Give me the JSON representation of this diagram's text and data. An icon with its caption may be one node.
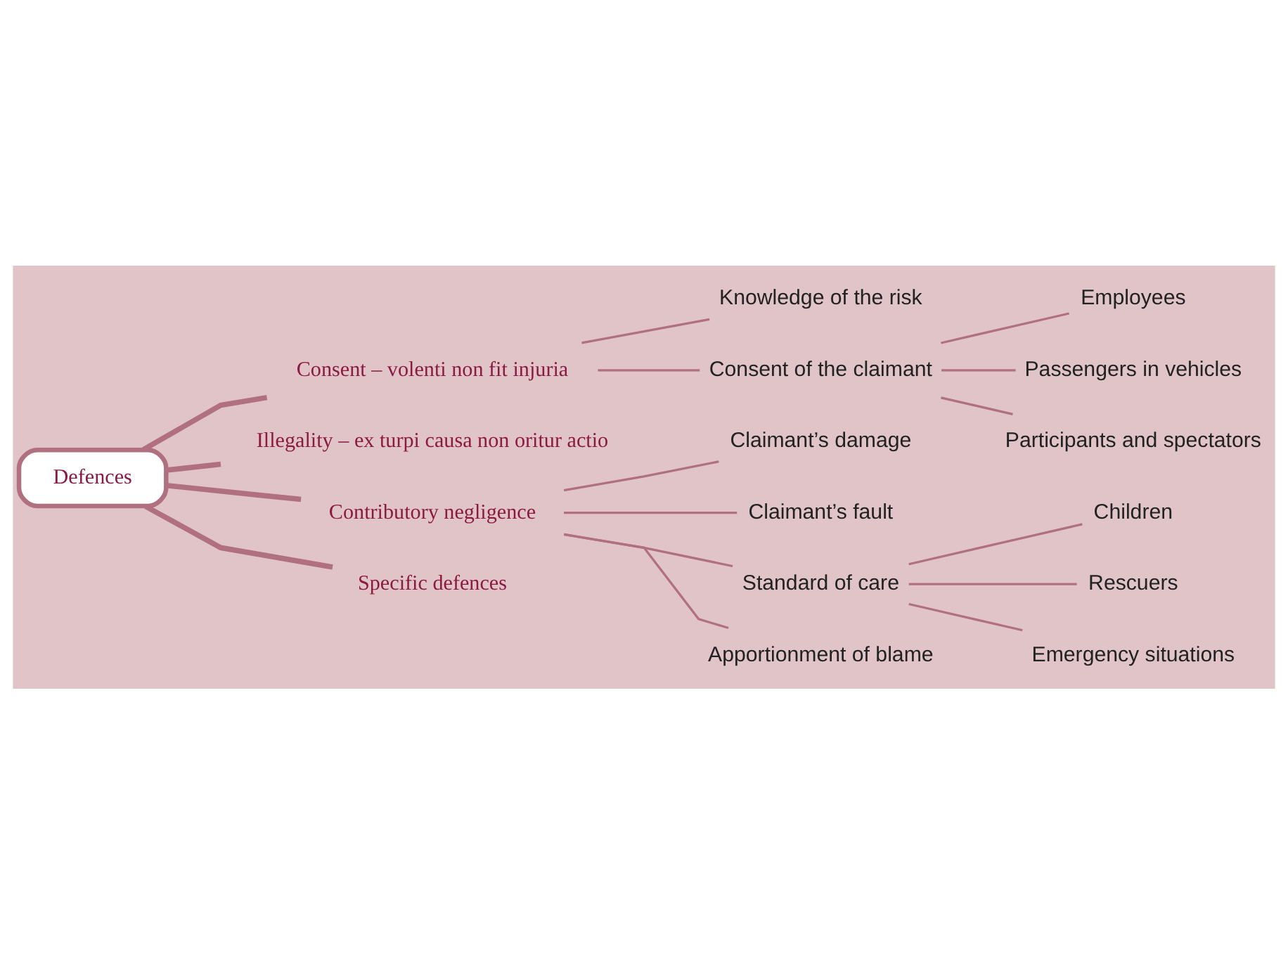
{
  "diagram": {
    "nodes": [
      {
        "text": [
          "Defences"
        ]
      },
      {
        "text": [
          "Consent – volenti non fit injuria"
        ]
      },
      {
        "text": [
          "Knowledge of the risk"
        ]
      },
      {
        "text": [
          "Consent of the claimant"
        ]
      },
      {
        "text": [
          "Employees"
        ]
      },
      {
        "text": [
          "Passengers in vehicles"
        ]
      },
      {
        "text": [
          "Participants and spectators"
        ]
      },
      {
        "text": [
          "Illegality – ex turpi causa non oritur actio"
        ]
      },
      {
        "text": [
          "Contributory negligence"
        ]
      },
      {
        "text": [
          "Claimant’s damage"
        ]
      },
      {
        "text": [
          "Claimant’s fault"
        ]
      },
      {
        "text": [
          "Standard of care"
        ]
      },
      {
        "text": [
          "Apportionment of blame"
        ]
      },
      {
        "text": [
          "Children"
        ]
      },
      {
        "text": [
          "Rescuers"
        ]
      },
      {
        "text": [
          "Emergency situations"
        ]
      },
      {
        "text": [
          "Specific defences"
        ]
      }
    ],
    "edges": [
      {
        "from": 0,
        "to": 1,
        "arrow": "none",
        "style": "thick"
      },
      {
        "from": 1,
        "to": 2,
        "arrow": "none"
      },
      {
        "from": 1,
        "to": 3,
        "arrow": "none"
      },
      {
        "from": 3,
        "to": 4,
        "arrow": "none"
      },
      {
        "from": 3,
        "to": 5,
        "arrow": "none"
      },
      {
        "from": 3,
        "to": 6,
        "arrow": "none"
      },
      {
        "from": 0,
        "to": 7,
        "arrow": "none",
        "style": "thick"
      },
      {
        "from": 0,
        "to": 8,
        "arrow": "none",
        "style": "thick"
      },
      {
        "from": 8,
        "to": 9,
        "arrow": "none"
      },
      {
        "from": 8,
        "to": 10,
        "arrow": "none"
      },
      {
        "from": 8,
        "to": 11,
        "arrow": "none"
      },
      {
        "from": 8,
        "to": 12,
        "arrow": "none"
      },
      {
        "from": 11,
        "to": 13,
        "arrow": "none"
      },
      {
        "from": 11,
        "to": 14,
        "arrow": "none"
      },
      {
        "from": 11,
        "to": 15,
        "arrow": "none"
      },
      {
        "from": 0,
        "to": 16,
        "arrow": "none",
        "style": "thick"
      }
    ]
  }
}
